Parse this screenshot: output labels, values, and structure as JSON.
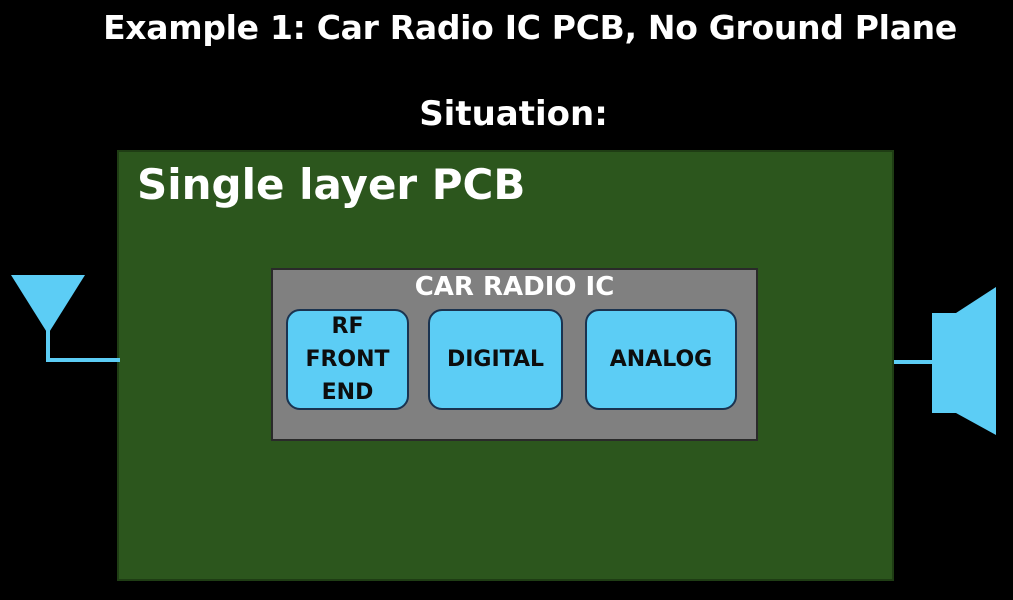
{
  "title": "Example 1: Car Radio IC PCB, No Ground Plane",
  "subtitle": "Situation:",
  "pcb": {
    "label": "Single layer PCB"
  },
  "ic": {
    "label": "CAR RADIO IC",
    "blocks": [
      {
        "label": "RF\nFRONT\nEND"
      },
      {
        "label": "DIGITAL"
      },
      {
        "label": "ANALOG"
      }
    ]
  },
  "colors": {
    "background": "#000000",
    "pcb": "#2c561d",
    "ic": "#808080",
    "block": "#5ccdf5",
    "signal": "#5ccdf5"
  },
  "icons": {
    "antenna": "antenna-icon",
    "speaker": "speaker-icon"
  }
}
